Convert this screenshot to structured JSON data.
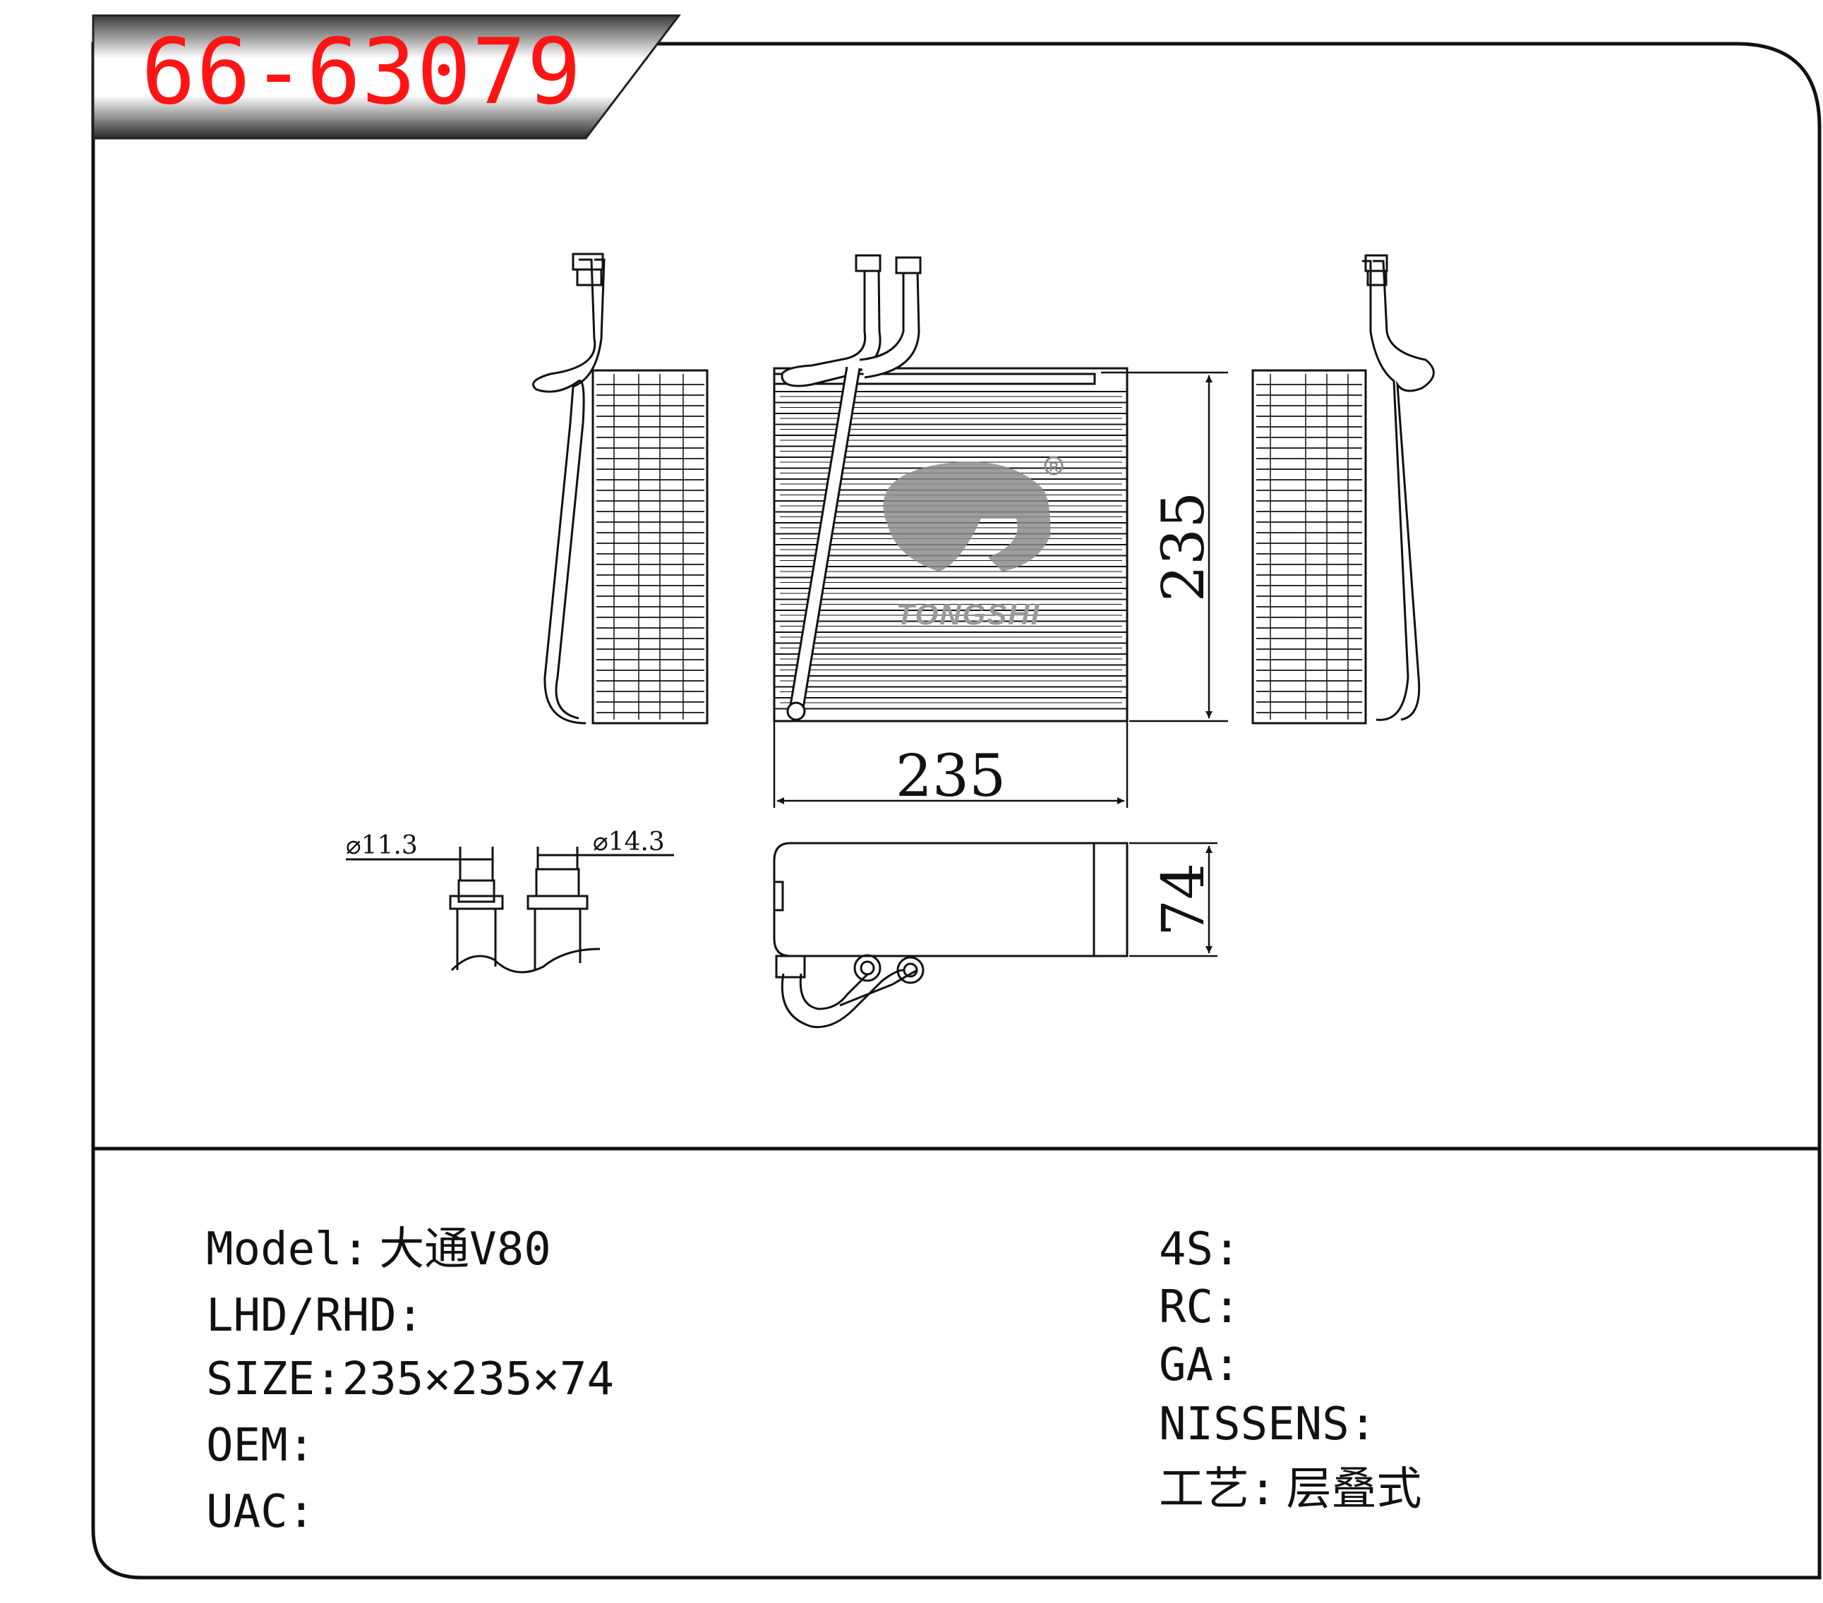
{
  "model_number": "66-63079",
  "logo": {
    "brand_text": "TONGSHI",
    "registered_mark": "R"
  },
  "dimensions": {
    "width": "235",
    "height": "235",
    "depth": "74",
    "pipe_small": "⌀11.3",
    "pipe_large": "⌀14.3"
  },
  "specs_left": [
    {
      "label": "Model:",
      "value": "大通V80"
    },
    {
      "label": "LHD/RHD:",
      "value": ""
    },
    {
      "label": "SIZE:",
      "value": "235×235×74"
    },
    {
      "label": "OEM:",
      "value": ""
    },
    {
      "label": "UAC:",
      "value": ""
    }
  ],
  "specs_right": [
    {
      "label": "4S:",
      "value": ""
    },
    {
      "label": "RC:",
      "value": ""
    },
    {
      "label": "GA:",
      "value": ""
    },
    {
      "label": "NISSENS:",
      "value": ""
    },
    {
      "label": "工艺:",
      "value": "层叠式"
    }
  ],
  "colors": {
    "title_red": "#ff1414",
    "line": "#111111",
    "logo_gray": "#8c8c8c"
  }
}
